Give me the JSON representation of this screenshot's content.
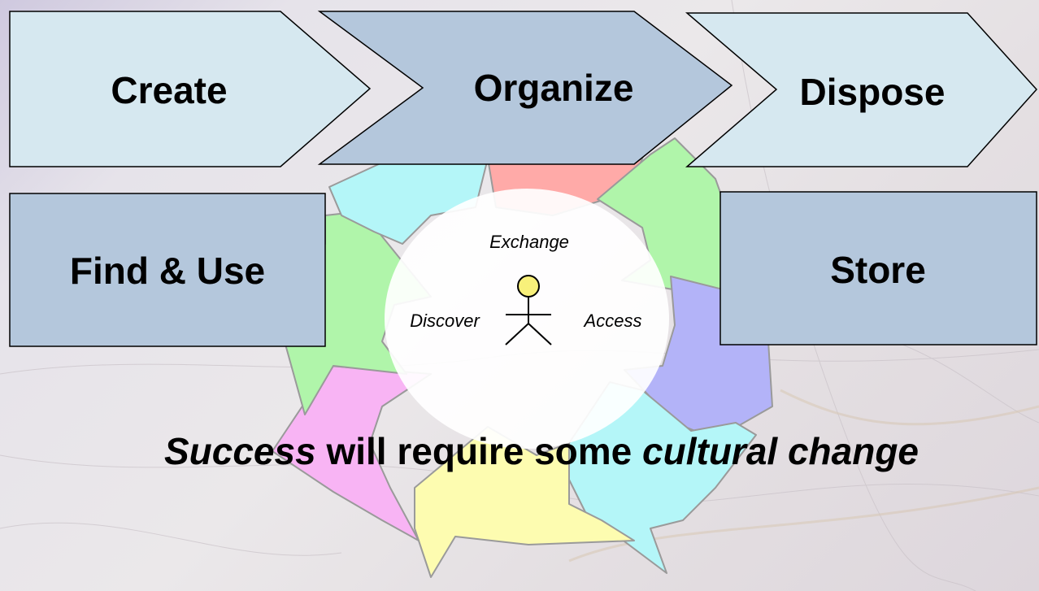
{
  "stages": {
    "create": "Create",
    "organize": "Organize",
    "dispose": "Dispose",
    "find_use": "Find & Use",
    "store": "Store"
  },
  "cycle": {
    "exchange": "Exchange",
    "discover": "Discover",
    "access": "Access"
  },
  "footer": {
    "part1": "Success",
    "part2": " will require some ",
    "part3": "cultural change"
  },
  "colors": {
    "stage_light": "#d6e8f0",
    "stage_dark": "#b4c7dc",
    "arrow_red": "#ffaaa8",
    "arrow_green": "#b0f5aa",
    "arrow_blue": "#b3b3f8",
    "arrow_cyan": "#b4f6f8",
    "arrow_yellow": "#fdfcb0",
    "arrow_pink": "#f8b4f4",
    "actor_head": "#f8f07a"
  }
}
